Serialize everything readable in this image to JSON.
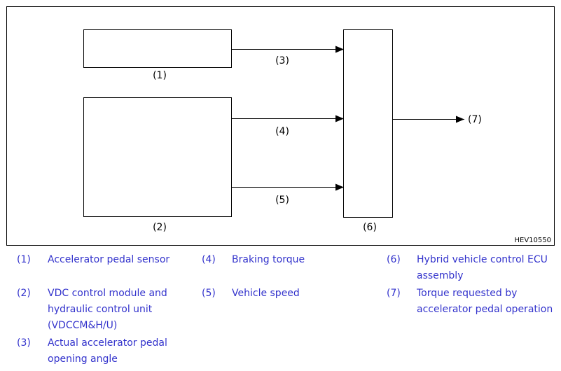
{
  "diagram": {
    "code": "HEV10550",
    "box_labels": {
      "b1": "(1)",
      "b2": "(2)",
      "b6": "(6)"
    },
    "arrow_labels": {
      "a3": "(3)",
      "a4": "(4)",
      "a5": "(5)",
      "a7": "(7)"
    }
  },
  "legend": {
    "color": "#3333cc",
    "items": [
      {
        "num": "(1)",
        "lines": [
          "Accelerator pedal sensor"
        ]
      },
      {
        "num": "(2)",
        "lines": [
          "VDC control module and",
          "hydraulic control unit",
          "(VDCCM&H/U)"
        ]
      },
      {
        "num": "(3)",
        "lines": [
          "Actual accelerator pedal",
          "opening angle"
        ]
      },
      {
        "num": "(4)",
        "lines": [
          "Braking torque"
        ]
      },
      {
        "num": "(5)",
        "lines": [
          "Vehicle speed"
        ]
      },
      {
        "num": "(6)",
        "lines": [
          "Hybrid vehicle control ECU",
          "assembly"
        ]
      },
      {
        "num": "(7)",
        "lines": [
          "Torque requested by",
          "accelerator pedal operation"
        ]
      }
    ]
  }
}
